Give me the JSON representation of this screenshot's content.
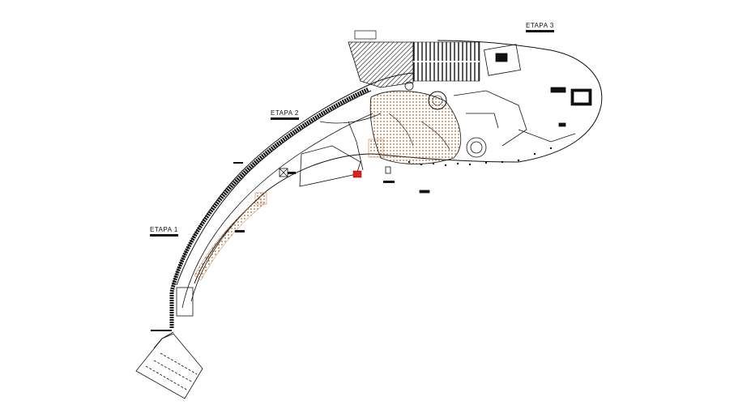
{
  "plan": {
    "stage_labels": {
      "etapa_1": "ETAPA 1",
      "etapa_2": "ETAPA 2",
      "etapa_3": "ETAPA 3"
    },
    "colors": {
      "linework": "#111111",
      "hatch_orange": "#b5652a",
      "accent_red": "#e0201c",
      "background": "#ffffff"
    }
  }
}
